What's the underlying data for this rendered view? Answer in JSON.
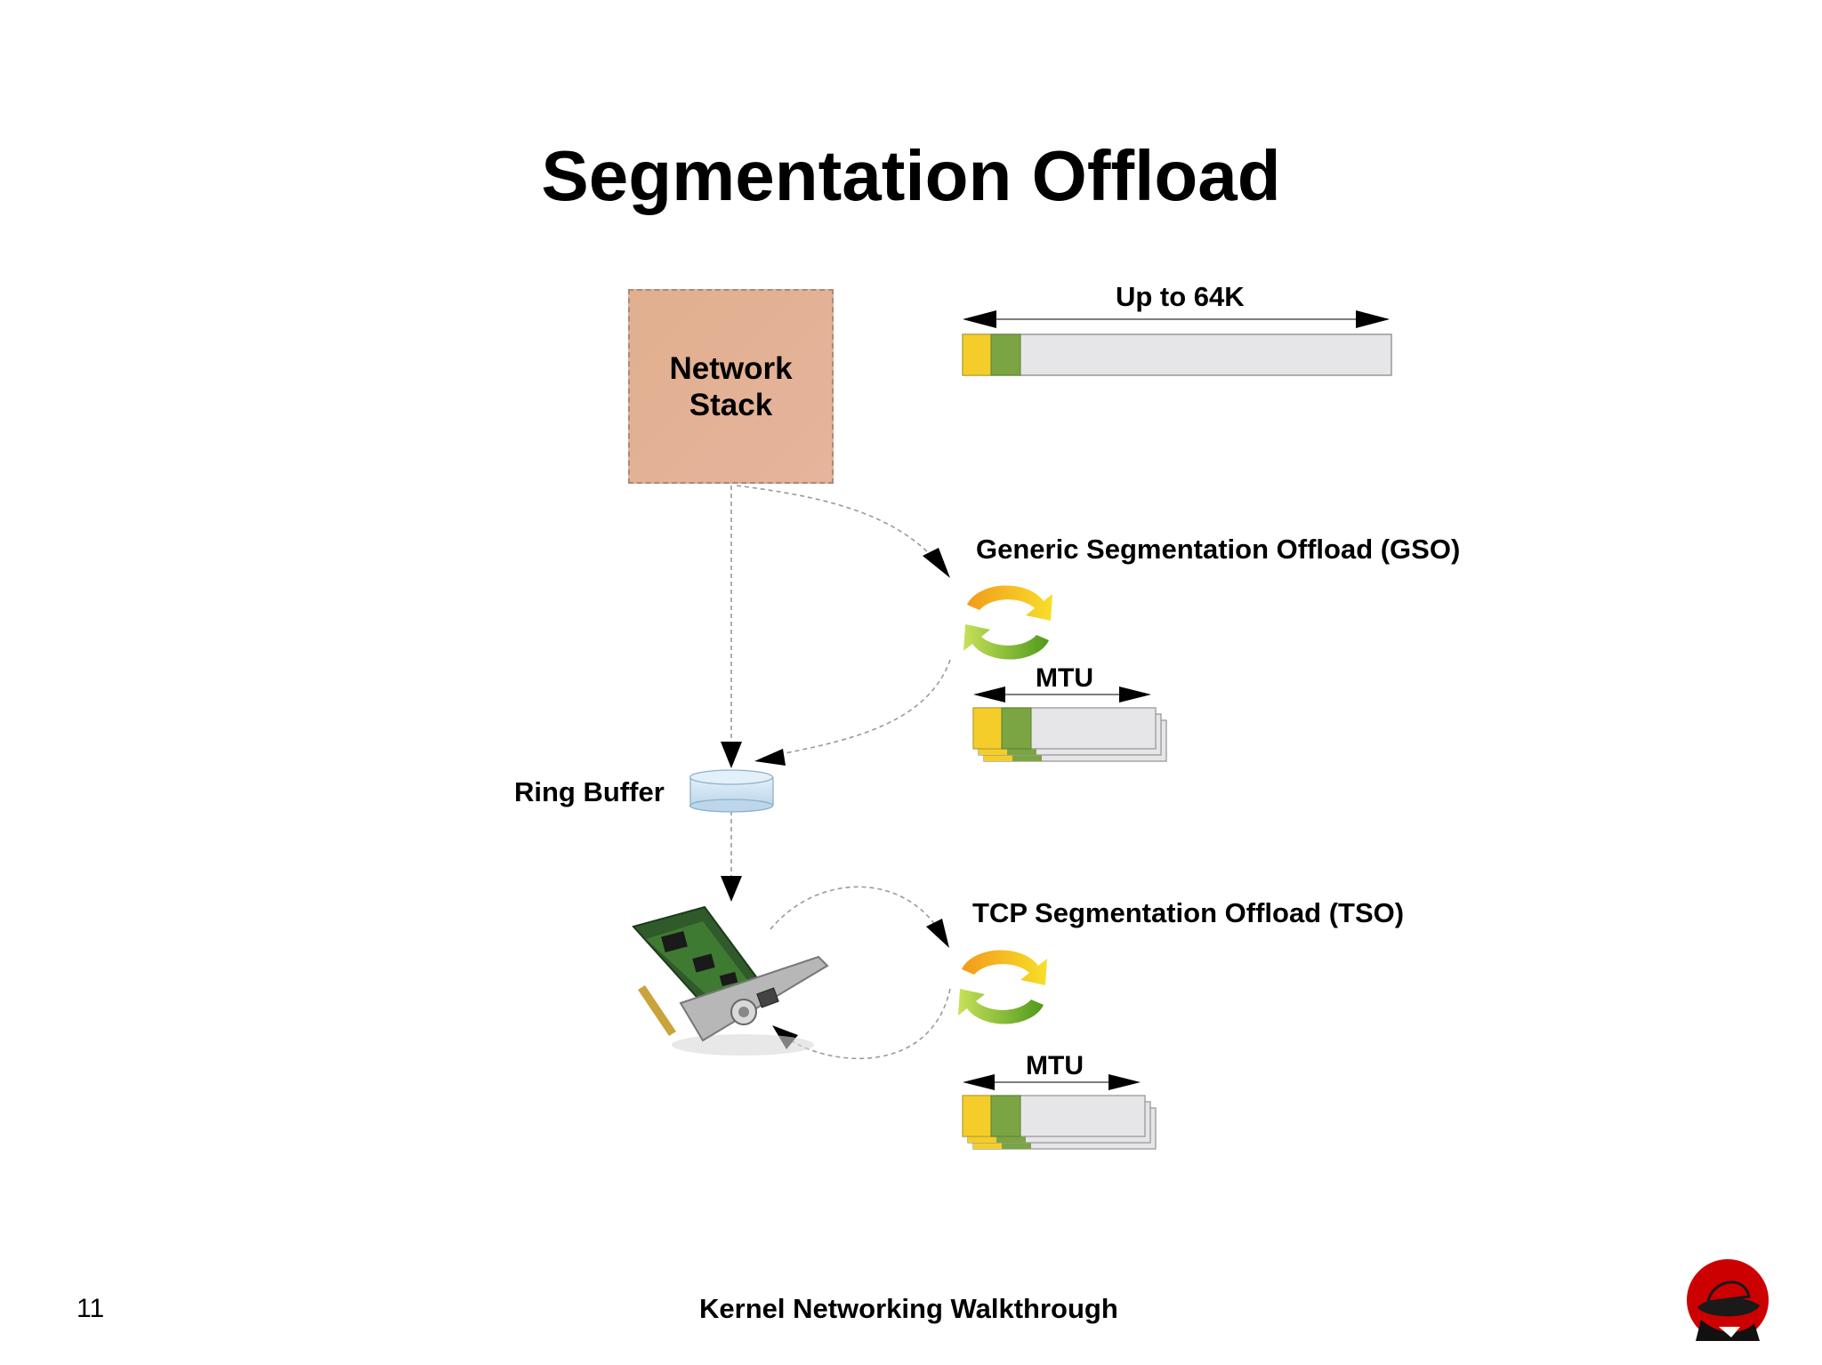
{
  "slide": {
    "title": "Segmentation Offload",
    "page_number": "11",
    "footer": "Kernel Networking Walkthrough"
  },
  "diagram": {
    "network_stack": {
      "line1": "Network",
      "line2": "Stack"
    },
    "top_packet": {
      "label": "Up to 64K"
    },
    "gso": {
      "label": "Generic Segmentation Offload (GSO)",
      "mtu_label": "MTU"
    },
    "ring_buffer": {
      "label": "Ring Buffer"
    },
    "tso": {
      "label": "TCP Segmentation Offload (TSO)",
      "mtu_label": "MTU"
    },
    "colors": {
      "header_yellow": "#f5cd2a",
      "header_green": "#7aa542",
      "payload_gray": "#e6e6e8",
      "stack_fill": "#e2b296",
      "ring_buffer_fill": "#cfe3f2"
    },
    "icons": [
      "recycle-arrows-icon",
      "network-card-image",
      "redhat-logo"
    ]
  }
}
